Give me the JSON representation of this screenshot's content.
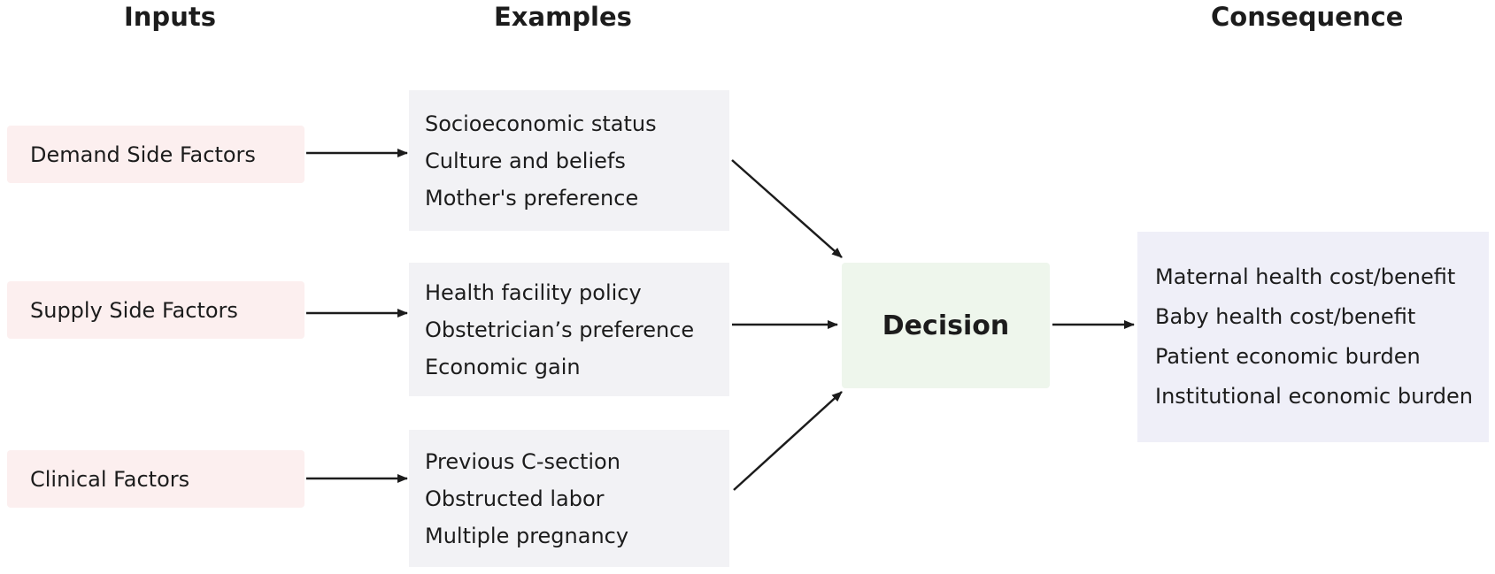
{
  "headers": {
    "inputs": "Inputs",
    "examples": "Examples",
    "consequence": "Consequence"
  },
  "inputs": [
    "Demand Side Factors",
    "Supply Side Factors",
    "Clinical Factors"
  ],
  "examples": [
    [
      "Socioeconomic status",
      "Culture and beliefs",
      "Mother's preference"
    ],
    [
      "Health facility policy",
      "Obstetrician’s preference",
      "Economic gain"
    ],
    [
      "Previous C-section",
      "Obstructed labor",
      "Multiple pregnancy"
    ]
  ],
  "decision": "Decision",
  "consequences": [
    "Maternal health cost/benefit",
    "Baby health cost/benefit",
    "Patient economic burden",
    "Institutional economic burden"
  ],
  "colors": {
    "input_fill": "#fcefef",
    "example_fill": "#f2f2f5",
    "decision_fill": "#eef6ec",
    "consequence_fill": "#efeff8",
    "arrow": "#1c1c1c"
  }
}
